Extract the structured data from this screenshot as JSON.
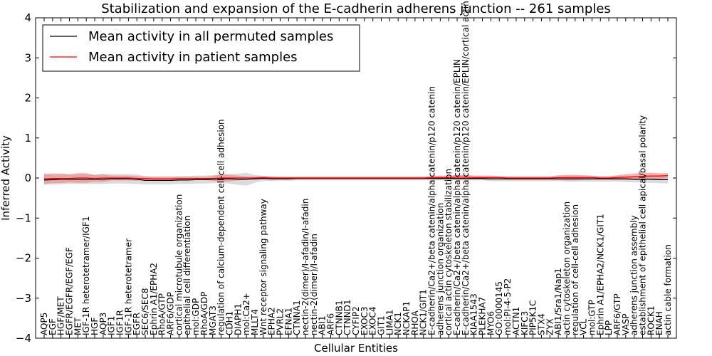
{
  "chart_data": {
    "type": "line",
    "title": "Stabilization and expansion of the E-cadherin adherens junction -- 261 samples",
    "xlabel": "Cellular Entities",
    "ylabel": "Inferred Activity",
    "ylim": [
      -4,
      4
    ],
    "yticks": [
      "-4",
      "-3",
      "-2",
      "-1",
      "0",
      "1",
      "2",
      "3",
      "4"
    ],
    "grid": false,
    "legend_position": "top-left",
    "categories": [
      "AQP5",
      "EGF",
      "HGF/MET",
      "EGFR/EGFR/EGF/EGF",
      "MET",
      "IGF-1R heterotetramer/IGF1",
      "HGF",
      "AQP3",
      "IGF1",
      "IGF1R",
      "IGF-1R heterotetramer",
      "EGFR",
      "SEC6/SEC8",
      "Ephrin A1/EPHA2",
      "RhoA/GTP",
      "ARF6/GDP",
      "cortical microtubule organization",
      "epithelial cell differentiation",
      "mol:GDP",
      "RhoA/GDP",
      "MGAT3",
      "regulation of calcium-dependent cell-cell adhesion",
      "CDH1",
      "DIAPH1",
      "mol:Ca2+",
      "MLLT4",
      "Wnt receptor signaling pathway",
      "EPHA2",
      "PVRL2",
      "EFNA1",
      "CTNNA1",
      "nectin-2(dimer)/I-afadin/I-afadin",
      "nectin-2(dimer)/I-afadin",
      "ABI1",
      "ARF6",
      "CTNNB1",
      "CTNND1",
      "CYFIP2",
      "EXOC3",
      "EXOC4",
      "GIT1",
      "LIMA1",
      "NCK1",
      "NCKAP1",
      "RHOA",
      "NCK1/GIT1",
      "E-cadherin/Ca2+/beta catenin/alpha catenin/p120 catenin",
      "adherens junction organization",
      "cortical actin cytoskeleton stabilization",
      "E-cadherin/Ca2+/beta catenin/alpha catenin/p120 catenin/EPLIN",
      "E-cadherin/Ca2+/beta catenin/alpha catenin/p120 catenin/EPLIN/cortical actin",
      "KIAA1543",
      "PLEKHA7",
      "MYO6",
      "GO:0000145",
      "mol:PI-4-5-P2",
      "ACTN1",
      "KIFC3",
      "PIP5K1C",
      "STX4",
      "ZYX",
      "ABI1/Sra1/Nap1",
      "actin cytoskeleton organization",
      "regulation of cell-cell adhesion",
      "VCL",
      "mol:GTP",
      "Ephrin A1/EPHA2/NCK1/GIT1",
      "LPP",
      "ARF6/GTP",
      "VASP",
      "adherens junction assembly",
      "establishment of epithelial cell apical/basal polarity",
      "ROCK1",
      "ENAH",
      "actin cable formation"
    ],
    "series": [
      {
        "name": "Mean activity in all permuted samples",
        "color": "#000000",
        "band_color": "#bdbdbd",
        "values": [
          -0.05,
          -0.04,
          -0.03,
          -0.03,
          -0.03,
          -0.03,
          -0.03,
          -0.03,
          -0.02,
          -0.02,
          -0.02,
          -0.03,
          -0.06,
          -0.06,
          -0.06,
          -0.06,
          -0.05,
          -0.05,
          -0.04,
          -0.04,
          -0.03,
          -0.02,
          -0.02,
          -0.03,
          -0.03,
          -0.02,
          -0.01,
          -0.02,
          -0.02,
          -0.02,
          -0.01,
          -0.01,
          -0.01,
          -0.01,
          -0.01,
          -0.01,
          -0.01,
          -0.01,
          -0.01,
          -0.01,
          -0.01,
          -0.01,
          -0.01,
          -0.01,
          -0.01,
          -0.01,
          -0.01,
          -0.01,
          -0.01,
          -0.01,
          -0.01,
          -0.01,
          -0.01,
          -0.02,
          -0.02,
          -0.02,
          -0.02,
          -0.02,
          -0.02,
          -0.02,
          -0.02,
          -0.02,
          -0.02,
          -0.02,
          -0.02,
          -0.02,
          -0.02,
          -0.02,
          -0.02,
          -0.02,
          -0.03,
          -0.03,
          -0.03,
          -0.04,
          -0.04
        ],
        "band": [
          0.12,
          0.12,
          0.12,
          0.12,
          0.12,
          0.12,
          0.12,
          0.12,
          0.12,
          0.12,
          0.12,
          0.12,
          0.1,
          0.1,
          0.1,
          0.1,
          0.1,
          0.1,
          0.1,
          0.1,
          0.1,
          0.1,
          0.12,
          0.14,
          0.16,
          0.1,
          0.06,
          0.06,
          0.05,
          0.05,
          0.05,
          0.05,
          0.05,
          0.05,
          0.05,
          0.05,
          0.05,
          0.05,
          0.05,
          0.05,
          0.05,
          0.05,
          0.05,
          0.05,
          0.05,
          0.05,
          0.05,
          0.05,
          0.05,
          0.05,
          0.05,
          0.05,
          0.05,
          0.06,
          0.06,
          0.06,
          0.06,
          0.06,
          0.06,
          0.06,
          0.06,
          0.06,
          0.07,
          0.07,
          0.07,
          0.07,
          0.07,
          0.07,
          0.07,
          0.08,
          0.08,
          0.08,
          0.09,
          0.09,
          0.1
        ]
      },
      {
        "name": "Mean activity in patient samples",
        "color": "#ff0000",
        "band_color": "#f08080",
        "values": [
          -0.02,
          -0.01,
          -0.01,
          -0.01,
          0.0,
          0.0,
          -0.01,
          0.0,
          0.0,
          0.0,
          0.0,
          -0.01,
          -0.01,
          -0.02,
          -0.02,
          -0.02,
          -0.01,
          -0.01,
          -0.01,
          -0.01,
          -0.01,
          0.0,
          0.0,
          0.0,
          0.0,
          0.0,
          0.01,
          0.0,
          0.0,
          0.0,
          0.0,
          0.0,
          0.0,
          0.0,
          0.0,
          0.0,
          0.0,
          0.0,
          0.0,
          0.0,
          0.0,
          0.0,
          0.0,
          0.0,
          0.0,
          0.0,
          0.01,
          0.01,
          0.01,
          0.02,
          0.02,
          0.01,
          0.01,
          0.01,
          0.01,
          0.0,
          0.0,
          0.0,
          0.0,
          0.0,
          0.0,
          0.01,
          0.01,
          0.01,
          0.01,
          0.01,
          0.0,
          0.0,
          0.01,
          0.02,
          0.03,
          0.04,
          0.05,
          0.05,
          0.06
        ],
        "band": [
          0.13,
          0.12,
          0.12,
          0.1,
          0.12,
          0.12,
          0.08,
          0.1,
          0.06,
          0.06,
          0.06,
          0.06,
          0.05,
          0.05,
          0.05,
          0.05,
          0.04,
          0.04,
          0.04,
          0.04,
          0.06,
          0.1,
          0.08,
          0.06,
          0.04,
          0.04,
          0.04,
          0.04,
          0.03,
          0.03,
          0.03,
          0.03,
          0.03,
          0.03,
          0.03,
          0.03,
          0.03,
          0.03,
          0.03,
          0.03,
          0.03,
          0.03,
          0.03,
          0.03,
          0.03,
          0.03,
          0.04,
          0.05,
          0.05,
          0.06,
          0.06,
          0.05,
          0.05,
          0.05,
          0.04,
          0.04,
          0.04,
          0.04,
          0.04,
          0.04,
          0.04,
          0.06,
          0.07,
          0.07,
          0.06,
          0.05,
          0.04,
          0.04,
          0.06,
          0.07,
          0.08,
          0.09,
          0.08,
          0.07,
          0.06
        ]
      }
    ]
  }
}
